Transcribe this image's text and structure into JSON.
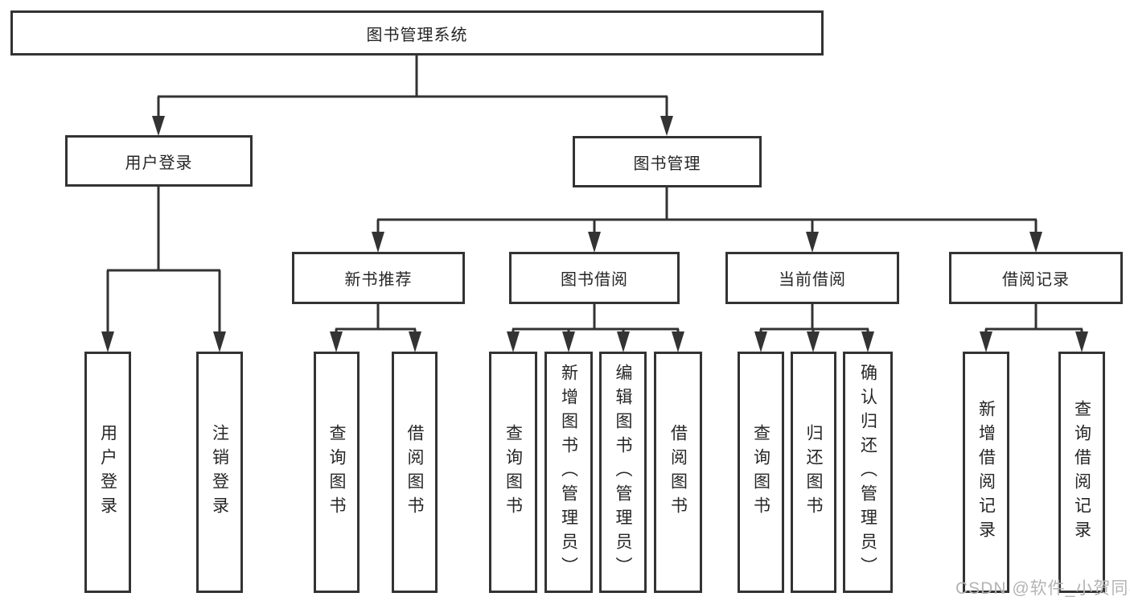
{
  "diagram": {
    "type": "hierarchy-tree",
    "colors": {
      "line": "#333333",
      "box_border": "#333333",
      "box_fill": "#ffffff",
      "text": "#262626",
      "background": "#ffffff",
      "watermark": "#b4b4b4"
    },
    "tree": {
      "label": "图书管理系统",
      "children": [
        {
          "label": "用户登录",
          "children": [
            {
              "label": "用户登录"
            },
            {
              "label": "注销登录"
            }
          ]
        },
        {
          "label": "图书管理",
          "children": [
            {
              "label": "新书推荐",
              "children": [
                {
                  "label": "查询图书"
                },
                {
                  "label": "借阅图书"
                }
              ]
            },
            {
              "label": "图书借阅",
              "children": [
                {
                  "label": "查询图书"
                },
                {
                  "label": "新增图书（管理员）"
                },
                {
                  "label": "编辑图书（管理员）"
                },
                {
                  "label": "借阅图书"
                }
              ]
            },
            {
              "label": "当前借阅",
              "children": [
                {
                  "label": "查询图书"
                },
                {
                  "label": "归还图书"
                },
                {
                  "label": "确认归还（管理员）"
                }
              ]
            },
            {
              "label": "借阅记录",
              "children": [
                {
                  "label": "新增借阅记录"
                },
                {
                  "label": "查询借阅记录"
                }
              ]
            }
          ]
        }
      ]
    },
    "watermark": {
      "text": "CSDN @软件_小贺同学"
    }
  }
}
